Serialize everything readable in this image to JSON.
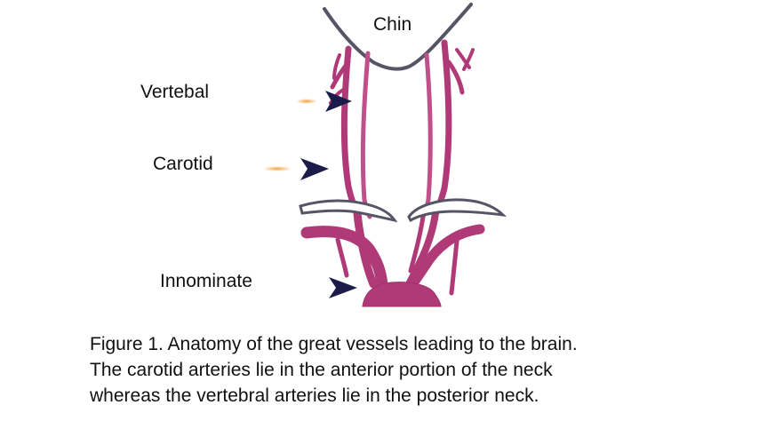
{
  "labels": {
    "chin": "Chin",
    "vertebal": "Vertebal",
    "carotid": "Carotid",
    "innominate": "Innominate"
  },
  "caption": {
    "line1": "Figure 1. Anatomy of the great vessels leading to the brain.",
    "line2": "The carotid arteries lie in the anterior portion of the neck",
    "line3": "whereas the vertebral arteries lie in the posterior neck."
  },
  "colors": {
    "artery": "#b03a78",
    "artery_light": "#d27ab0",
    "outline": "#555566",
    "arrow_dark": "#1c1c4a",
    "arrow_highlight": "#f0a040"
  }
}
